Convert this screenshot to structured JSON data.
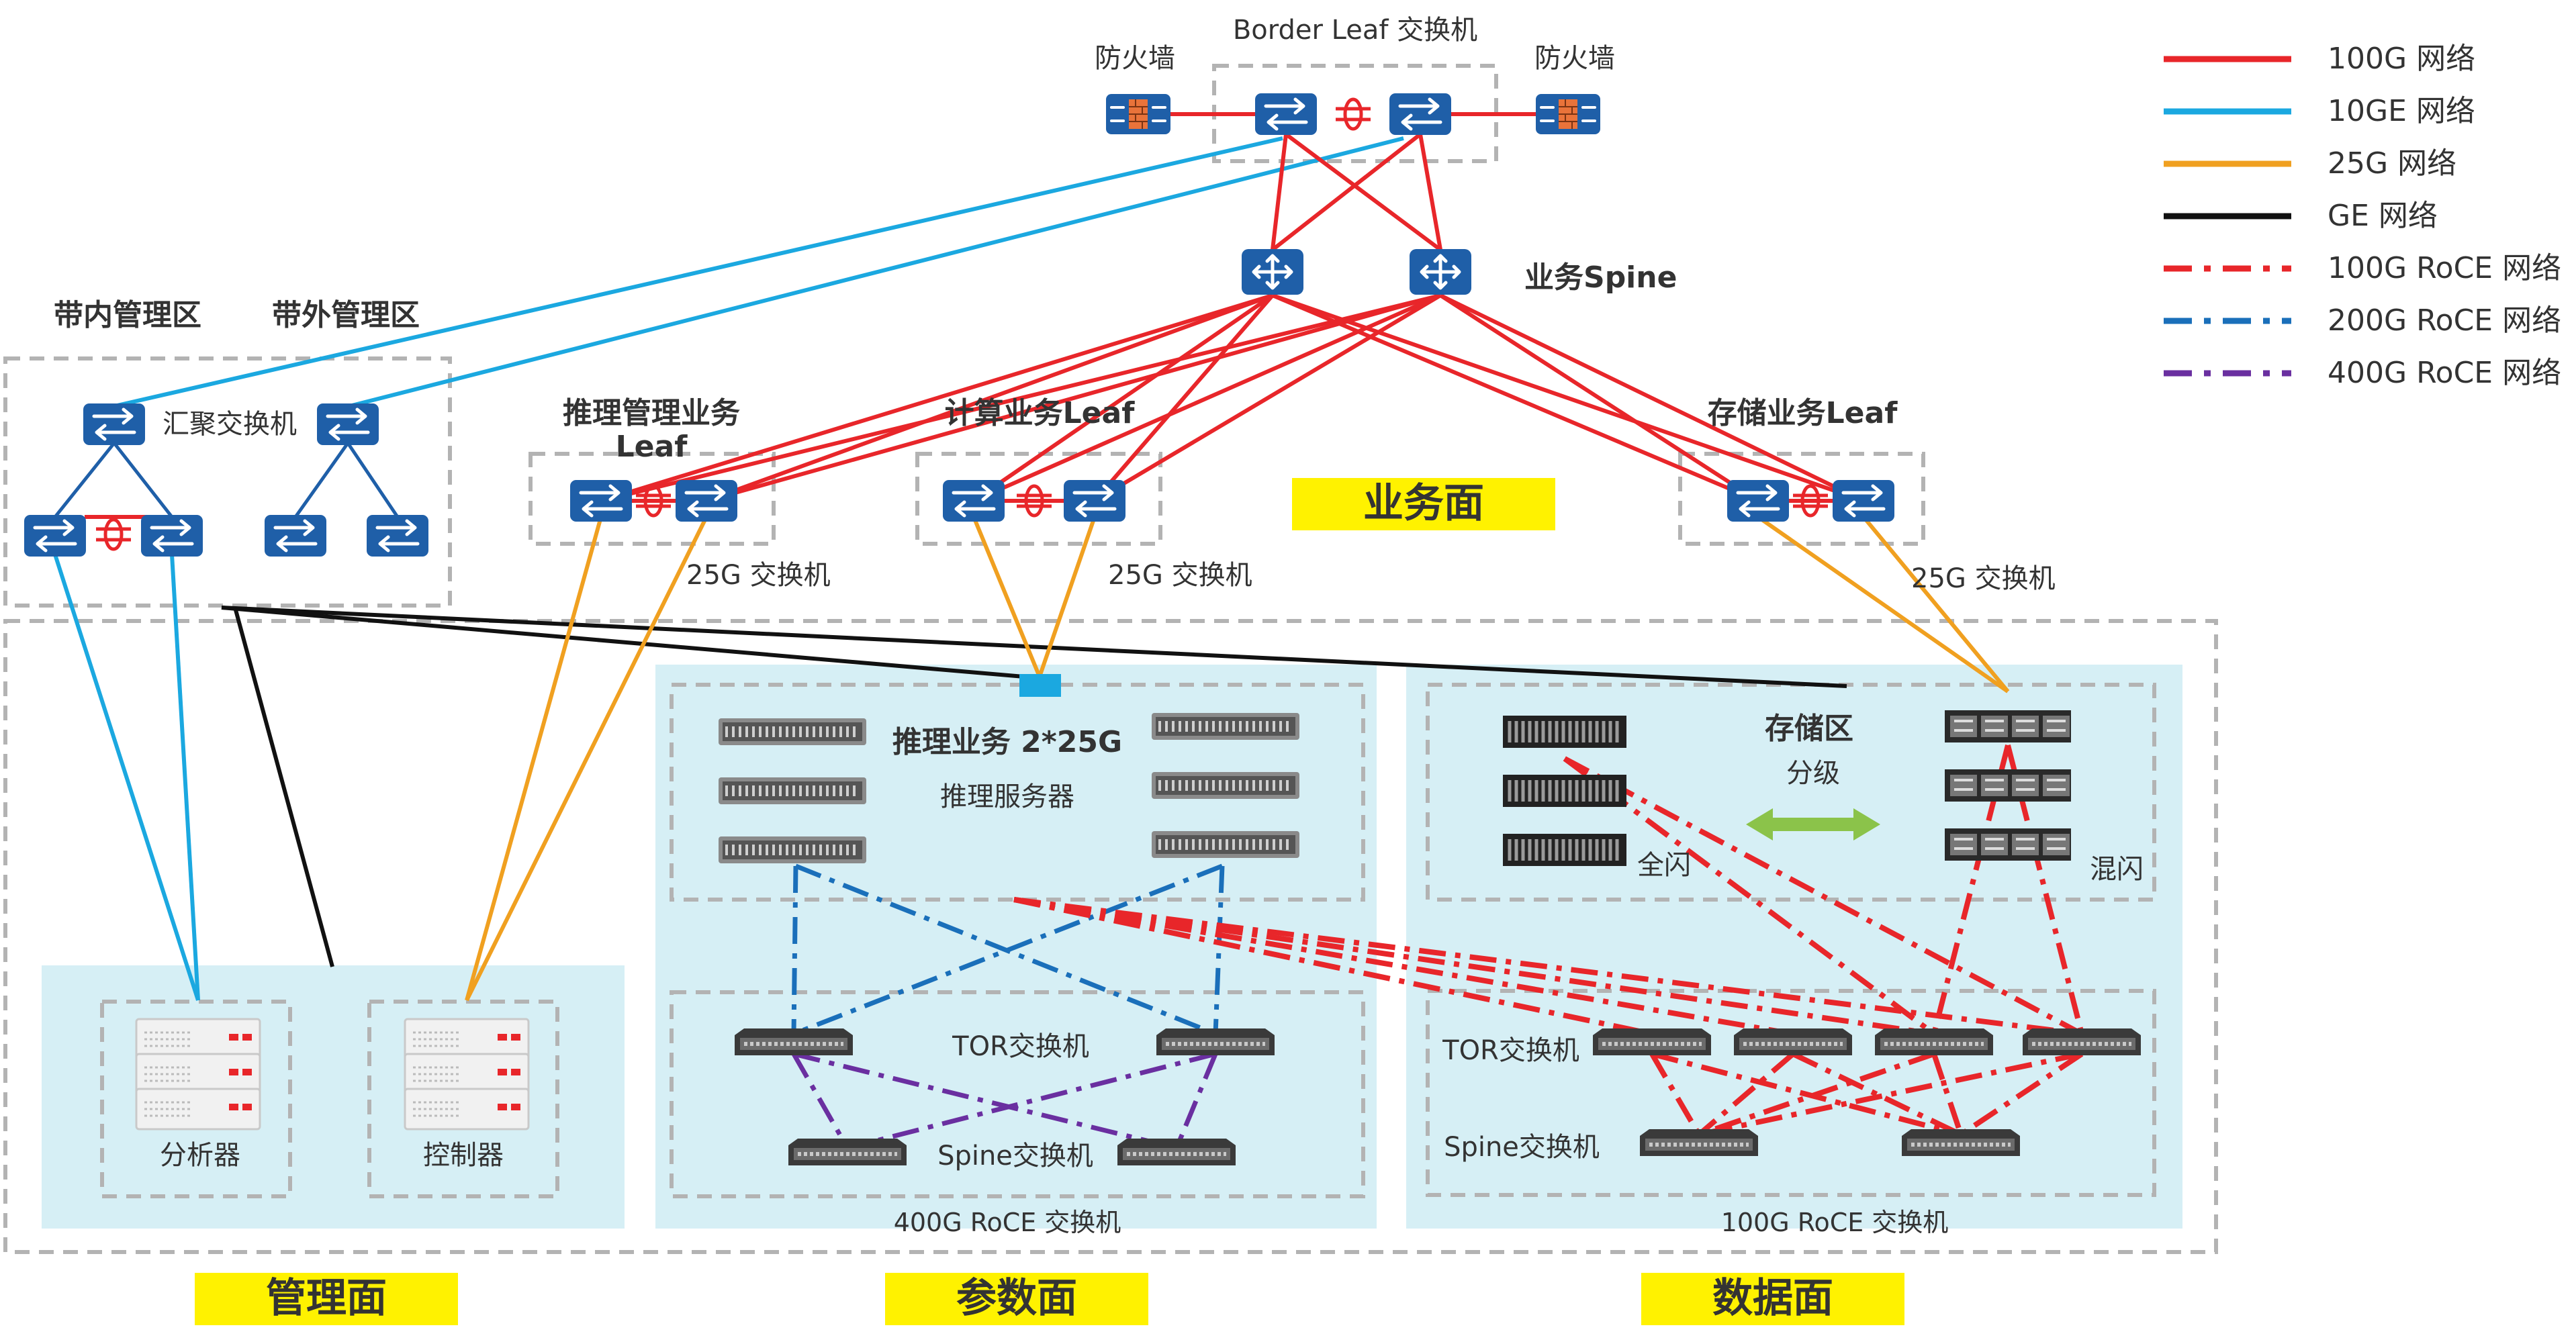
{
  "colors": {
    "link_100g": "#e8262a",
    "link_10ge": "#1ba8e0",
    "link_25g": "#f0a020",
    "link_ge": "#111111",
    "link_200g_roce": "#1a6fba",
    "link_400g_roce": "#6a2fa0",
    "zone_fill": "#d6eff5",
    "plane_badge": "#fff200",
    "dash_border": "#b3b3b3",
    "device_blue": "#1f5fa8",
    "hub_blue": "#1ba8e0",
    "grade_arrow": "#8bc34a"
  },
  "legend": [
    {
      "label": "100G 网络",
      "color": "#e8262a",
      "style": "solid"
    },
    {
      "label": "10GE 网络",
      "color": "#1ba8e0",
      "style": "solid"
    },
    {
      "label": "25G 网络",
      "color": "#f0a020",
      "style": "solid"
    },
    {
      "label": "GE 网络",
      "color": "#111111",
      "style": "solid"
    },
    {
      "label": "100G RoCE 网络",
      "color": "#e8262a",
      "style": "dashdot"
    },
    {
      "label": "200G RoCE 网络",
      "color": "#1a6fba",
      "style": "dashdot"
    },
    {
      "label": "400G RoCE 网络",
      "color": "#6a2fa0",
      "style": "dashdot"
    }
  ],
  "labels": {
    "border_leaf": "Border Leaf 交换机",
    "firewall_left": "防火墙",
    "firewall_right": "防火墙",
    "spine": "业务Spine",
    "inband": "带内管理区",
    "outband": "带外管理区",
    "agg_switch": "汇聚交换机",
    "infer_mgmt_leaf_1": "推理管理业务",
    "infer_mgmt_leaf_2": "Leaf",
    "compute_leaf": "计算业务Leaf",
    "storage_leaf": "存储业务Leaf",
    "business_plane": "业务面",
    "sw25g_1": "25G 交换机",
    "sw25g_2": "25G 交换机",
    "sw25g_3": "25G 交换机",
    "infer_biz": "推理业务 2*25G",
    "infer_server": "推理服务器",
    "tor_param": "TOR交换机",
    "spine_param": "Spine交换机",
    "roce400": "400G RoCE 交换机",
    "storage_zone": "存储区",
    "grading": "分级",
    "all_flash": "全闪",
    "hybrid_flash": "混闪",
    "tor_data": "TOR交换机",
    "spine_data": "Spine交换机",
    "roce100": "100G RoCE 交换机",
    "analyzer": "分析器",
    "controller": "控制器",
    "mgmt_plane": "管理面",
    "param_plane": "参数面",
    "data_plane": "数据面"
  }
}
